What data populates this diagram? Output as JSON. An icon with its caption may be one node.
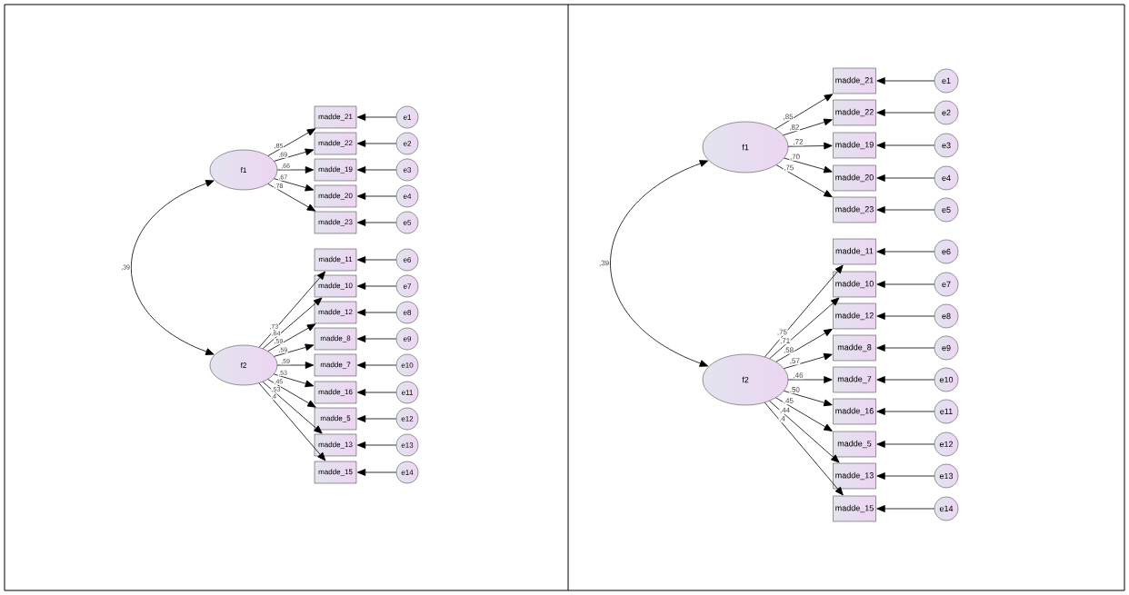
{
  "diagram": {
    "nodes": [
      {
        "text": [
          "f1"
        ]
      },
      {
        "text": [
          "f2"
        ]
      },
      {
        "text": [
          "madde_21"
        ]
      },
      {
        "text": [
          "madde_22"
        ]
      },
      {
        "text": [
          "madde_19"
        ]
      },
      {
        "text": [
          "madde_20"
        ]
      },
      {
        "text": [
          "madde_23"
        ]
      },
      {
        "text": [
          "madde_11"
        ]
      },
      {
        "text": [
          "madde_10"
        ]
      },
      {
        "text": [
          "madde_12"
        ]
      },
      {
        "text": [
          "madde_8"
        ]
      },
      {
        "text": [
          "madde_7"
        ]
      },
      {
        "text": [
          "madde_16"
        ]
      },
      {
        "text": [
          "madde_5"
        ]
      },
      {
        "text": [
          "madde_13"
        ]
      },
      {
        "text": [
          "madde_15"
        ]
      },
      {
        "text": [
          "e1"
        ]
      },
      {
        "text": [
          "e2"
        ]
      },
      {
        "text": [
          "e3"
        ]
      },
      {
        "text": [
          "e4"
        ]
      },
      {
        "text": [
          "e5"
        ]
      },
      {
        "text": [
          "e6"
        ]
      },
      {
        "text": [
          "e7"
        ]
      },
      {
        "text": [
          "e8"
        ]
      },
      {
        "text": [
          "e9"
        ]
      },
      {
        "text": [
          "e10"
        ]
      },
      {
        "text": [
          "e11"
        ]
      },
      {
        "text": [
          "e12"
        ]
      },
      {
        "text": [
          "e13"
        ]
      },
      {
        "text": [
          "e14"
        ]
      },
      {
        "text": [
          "f1"
        ]
      },
      {
        "text": [
          "f2"
        ]
      },
      {
        "text": [
          "madde_21"
        ]
      },
      {
        "text": [
          "madde_22"
        ]
      },
      {
        "text": [
          "madde_19"
        ]
      },
      {
        "text": [
          "madde_20"
        ]
      },
      {
        "text": [
          "madde_23"
        ]
      },
      {
        "text": [
          "madde_11"
        ]
      },
      {
        "text": [
          "madde_10"
        ]
      },
      {
        "text": [
          "madde_12"
        ]
      },
      {
        "text": [
          "madde_8"
        ]
      },
      {
        "text": [
          "madde_7"
        ]
      },
      {
        "text": [
          "madde_16"
        ]
      },
      {
        "text": [
          "madde_5"
        ]
      },
      {
        "text": [
          "madde_13"
        ]
      },
      {
        "text": [
          "madde_15"
        ]
      },
      {
        "text": [
          "e1"
        ]
      },
      {
        "text": [
          "e2"
        ]
      },
      {
        "text": [
          "e3"
        ]
      },
      {
        "text": [
          "e4"
        ]
      },
      {
        "text": [
          "e5"
        ]
      },
      {
        "text": [
          "e6"
        ]
      },
      {
        "text": [
          "e7"
        ]
      },
      {
        "text": [
          "e8"
        ]
      },
      {
        "text": [
          "e9"
        ]
      },
      {
        "text": [
          "e10"
        ]
      },
      {
        "text": [
          "e11"
        ]
      },
      {
        "text": [
          "e12"
        ]
      },
      {
        "text": [
          "e13"
        ]
      },
      {
        "text": [
          "e14"
        ]
      }
    ],
    "edges": [
      {
        "from": 0,
        "to": 1,
        "arrow": "both",
        "label": ",39"
      },
      {
        "from": 0,
        "to": 2,
        "arrow": "to",
        "label": ",85"
      },
      {
        "from": 0,
        "to": 3,
        "arrow": "to",
        "label": ",69"
      },
      {
        "from": 0,
        "to": 4,
        "arrow": "to",
        "label": ",66"
      },
      {
        "from": 0,
        "to": 5,
        "arrow": "to",
        "label": ",67"
      },
      {
        "from": 0,
        "to": 6,
        "arrow": "to",
        "label": ",78"
      },
      {
        "from": 1,
        "to": 7,
        "arrow": "to",
        "label": ",73"
      },
      {
        "from": 1,
        "to": 8,
        "arrow": "to",
        "label": ",64"
      },
      {
        "from": 1,
        "to": 9,
        "arrow": "to",
        "label": ",59"
      },
      {
        "from": 1,
        "to": 10,
        "arrow": "to",
        "label": ",59"
      },
      {
        "from": 1,
        "to": 11,
        "arrow": "to",
        "label": ",59"
      },
      {
        "from": 1,
        "to": 12,
        "arrow": "to",
        "label": ",53"
      },
      {
        "from": 1,
        "to": 13,
        "arrow": "to",
        "label": ",45"
      },
      {
        "from": 1,
        "to": 14,
        "arrow": "to",
        "label": ",53"
      },
      {
        "from": 1,
        "to": 15,
        "arrow": "to",
        "label": ",4"
      },
      {
        "from": 16,
        "to": 2,
        "arrow": "to"
      },
      {
        "from": 17,
        "to": 3,
        "arrow": "to"
      },
      {
        "from": 18,
        "to": 4,
        "arrow": "to"
      },
      {
        "from": 19,
        "to": 5,
        "arrow": "to"
      },
      {
        "from": 20,
        "to": 6,
        "arrow": "to"
      },
      {
        "from": 21,
        "to": 7,
        "arrow": "to"
      },
      {
        "from": 22,
        "to": 8,
        "arrow": "to"
      },
      {
        "from": 23,
        "to": 9,
        "arrow": "to"
      },
      {
        "from": 24,
        "to": 10,
        "arrow": "to"
      },
      {
        "from": 25,
        "to": 11,
        "arrow": "to"
      },
      {
        "from": 26,
        "to": 12,
        "arrow": "to"
      },
      {
        "from": 27,
        "to": 13,
        "arrow": "to"
      },
      {
        "from": 28,
        "to": 14,
        "arrow": "to"
      },
      {
        "from": 29,
        "to": 15,
        "arrow": "to"
      },
      {
        "from": 30,
        "to": 31,
        "arrow": "both",
        "label": ",39"
      },
      {
        "from": 30,
        "to": 32,
        "arrow": "to",
        "label": ",85"
      },
      {
        "from": 30,
        "to": 33,
        "arrow": "to",
        "label": ",82"
      },
      {
        "from": 30,
        "to": 34,
        "arrow": "to",
        "label": ",72"
      },
      {
        "from": 30,
        "to": 35,
        "arrow": "to",
        "label": ",70"
      },
      {
        "from": 30,
        "to": 36,
        "arrow": "to",
        "label": ",75"
      },
      {
        "from": 31,
        "to": 37,
        "arrow": "to",
        "label": ",75"
      },
      {
        "from": 31,
        "to": 38,
        "arrow": "to",
        "label": ",71"
      },
      {
        "from": 31,
        "to": 39,
        "arrow": "to",
        "label": ",58"
      },
      {
        "from": 31,
        "to": 40,
        "arrow": "to",
        "label": ",57"
      },
      {
        "from": 31,
        "to": 41,
        "arrow": "to",
        "label": ",46"
      },
      {
        "from": 31,
        "to": 42,
        "arrow": "to",
        "label": ",50"
      },
      {
        "from": 31,
        "to": 43,
        "arrow": "to",
        "label": ",45"
      },
      {
        "from": 31,
        "to": 44,
        "arrow": "to",
        "label": ",44"
      },
      {
        "from": 31,
        "to": 45,
        "arrow": "to",
        "label": ",4"
      },
      {
        "from": 46,
        "to": 32,
        "arrow": "to"
      },
      {
        "from": 47,
        "to": 33,
        "arrow": "to"
      },
      {
        "from": 48,
        "to": 34,
        "arrow": "to"
      },
      {
        "from": 49,
        "to": 35,
        "arrow": "to"
      },
      {
        "from": 50,
        "to": 36,
        "arrow": "to"
      },
      {
        "from": 51,
        "to": 37,
        "arrow": "to"
      },
      {
        "from": 52,
        "to": 38,
        "arrow": "to"
      },
      {
        "from": 53,
        "to": 39,
        "arrow": "to"
      },
      {
        "from": 54,
        "to": 40,
        "arrow": "to"
      },
      {
        "from": 55,
        "to": 41,
        "arrow": "to"
      },
      {
        "from": 56,
        "to": 42,
        "arrow": "to"
      },
      {
        "from": 57,
        "to": 43,
        "arrow": "to"
      },
      {
        "from": 58,
        "to": 44,
        "arrow": "to"
      },
      {
        "from": 59,
        "to": 45,
        "arrow": "to"
      }
    ]
  }
}
